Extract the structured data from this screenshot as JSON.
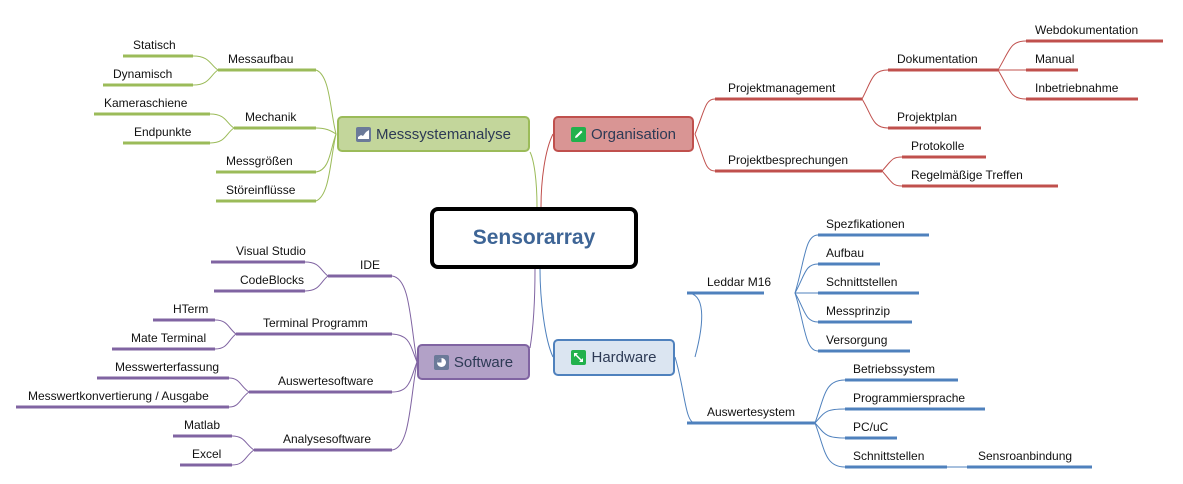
{
  "central_topic": "Sensorarray",
  "colors": {
    "messsystemanalyse": "#9bbb59",
    "organisation": "#c0504d",
    "software": "#8064a2",
    "hardware": "#4f81bd"
  },
  "branches": {
    "messsystemanalyse": {
      "label": "Messsystemanalyse",
      "icon": "chart-icon",
      "children": [
        {
          "label": "Messaufbau",
          "children": [
            {
              "label": "Statisch"
            },
            {
              "label": "Dynamisch"
            }
          ]
        },
        {
          "label": "Mechanik",
          "children": [
            {
              "label": "Kameraschiene"
            },
            {
              "label": "Endpunkte"
            }
          ]
        },
        {
          "label": "Messgrößen"
        },
        {
          "label": "Störeinflüsse"
        }
      ]
    },
    "organisation": {
      "label": "Organisation",
      "icon": "pencil-icon",
      "children": [
        {
          "label": "Projektmanagement",
          "children": [
            {
              "label": "Dokumentation",
              "children": [
                {
                  "label": "Webdokumentation"
                },
                {
                  "label": "Manual"
                },
                {
                  "label": "Inbetriebnahme"
                }
              ]
            },
            {
              "label": "Projektplan"
            }
          ]
        },
        {
          "label": "Projektbesprechungen",
          "children": [
            {
              "label": "Protokolle"
            },
            {
              "label": "Regelmäßige Treffen"
            }
          ]
        }
      ]
    },
    "software": {
      "label": "Software",
      "icon": "pie-chart-icon",
      "children": [
        {
          "label": "IDE",
          "children": [
            {
              "label": "Visual Studio"
            },
            {
              "label": "CodeBlocks"
            }
          ]
        },
        {
          "label": "Terminal Programm",
          "children": [
            {
              "label": "HTerm"
            },
            {
              "label": "Mate Terminal"
            }
          ]
        },
        {
          "label": "Auswertesoftware",
          "children": [
            {
              "label": "Messwerterfassung"
            },
            {
              "label": "Messwertkonvertierung / Ausgabe"
            }
          ]
        },
        {
          "label": "Analysesoftware",
          "children": [
            {
              "label": "Matlab"
            },
            {
              "label": "Excel"
            }
          ]
        }
      ]
    },
    "hardware": {
      "label": "Hardware",
      "icon": "resize-arrows-icon",
      "children": [
        {
          "label": "Leddar M16",
          "children": [
            {
              "label": "Spezfikationen"
            },
            {
              "label": "Aufbau"
            },
            {
              "label": "Schnittstellen"
            },
            {
              "label": "Messprinzip"
            },
            {
              "label": "Versorgung"
            }
          ]
        },
        {
          "label": "Auswertesystem",
          "children": [
            {
              "label": "Betriebssystem"
            },
            {
              "label": "Programmiersprache"
            },
            {
              "label": "PC/uC"
            },
            {
              "label": "Schnittstellen",
              "children": [
                {
                  "label": "Sensroanbindung"
                }
              ]
            }
          ]
        }
      ]
    }
  }
}
